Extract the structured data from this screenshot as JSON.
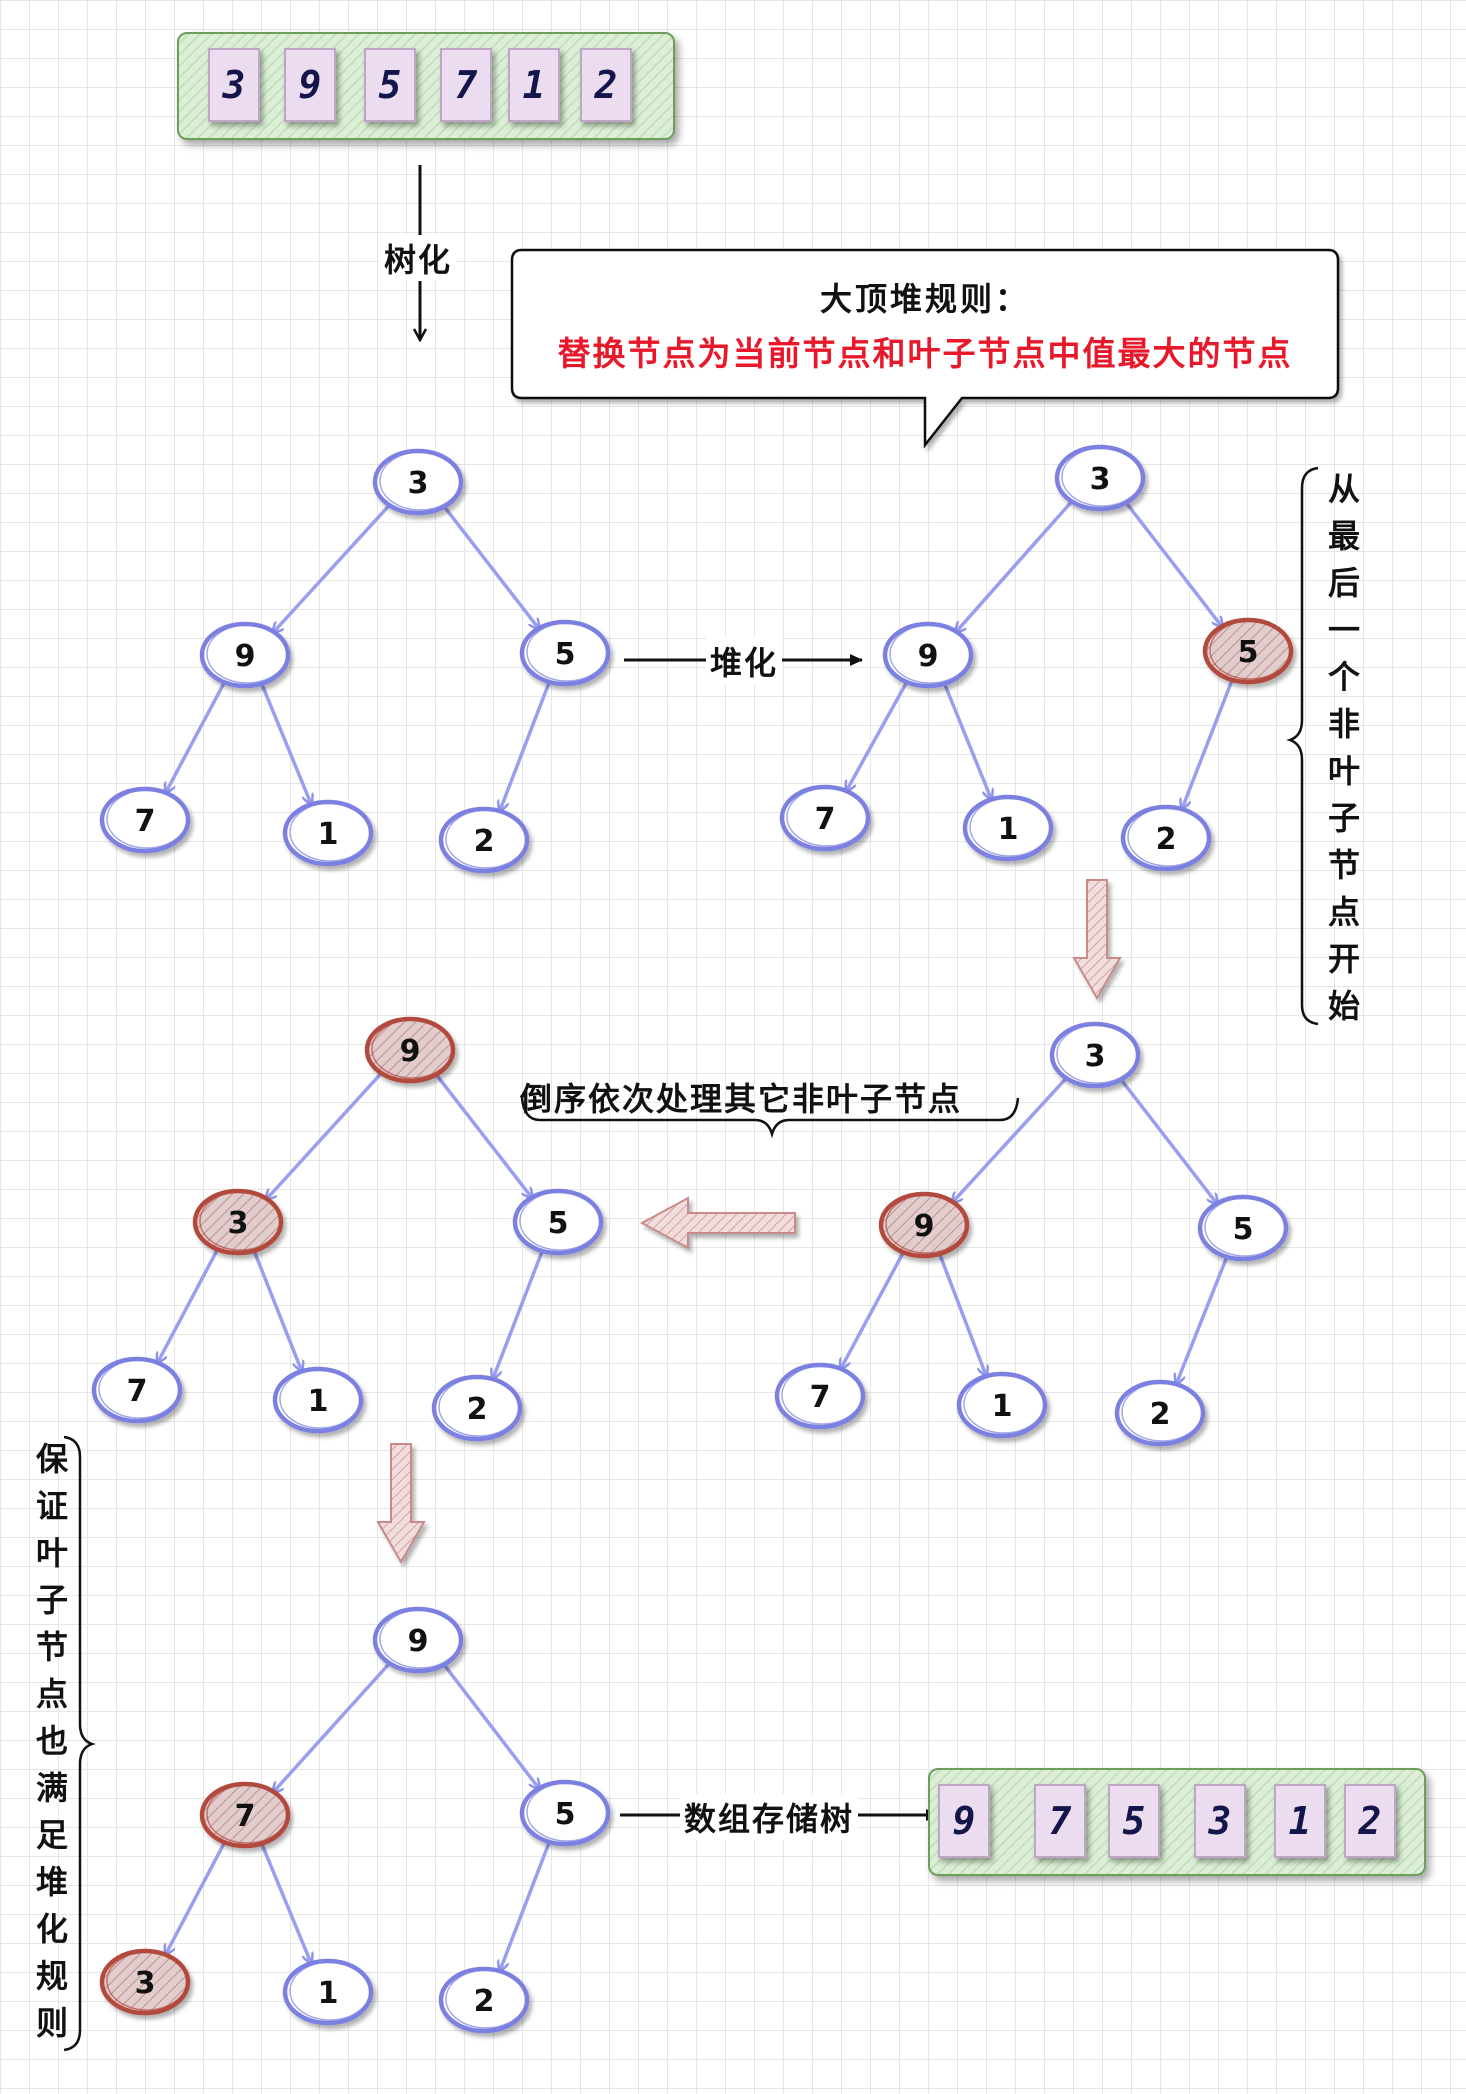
{
  "top_array": {
    "values": [
      "3",
      "9",
      "5",
      "7",
      "1",
      "2"
    ]
  },
  "bottom_array": {
    "values": [
      "9",
      "7",
      "5",
      "3",
      "1",
      "2"
    ]
  },
  "labels": {
    "treeify": "树化",
    "heapify": "堆化",
    "reverse_order": "倒序依次处理其它非叶子节点",
    "array_store": "数组存储树"
  },
  "callout": {
    "title": "大顶堆规则：",
    "rule": "替换节点为当前节点和叶子节点中值最大的节点"
  },
  "side_notes": {
    "right": "从最后一个非叶子节点开始",
    "left": "保证叶子节点也满足堆化规则"
  },
  "trees": [
    {
      "name": "tree-initial",
      "nodes": [
        "3",
        "9",
        "5",
        "7",
        "1",
        "2"
      ],
      "highlighted": []
    },
    {
      "name": "tree-start-last-nonleaf",
      "nodes": [
        "3",
        "9",
        "5",
        "7",
        "1",
        "2"
      ],
      "highlighted": [
        2
      ]
    },
    {
      "name": "tree-after-swap-root",
      "nodes": [
        "9",
        "3",
        "5",
        "7",
        "1",
        "2"
      ],
      "highlighted": [
        0,
        1
      ]
    },
    {
      "name": "tree-process-node-9",
      "nodes": [
        "3",
        "9",
        "5",
        "7",
        "1",
        "2"
      ],
      "highlighted": [
        1
      ]
    },
    {
      "name": "tree-final-heap",
      "nodes": [
        "9",
        "7",
        "5",
        "3",
        "1",
        "2"
      ],
      "highlighted": [
        1,
        3
      ]
    }
  ],
  "colors": {
    "node_stroke": "#7b80e0",
    "edge": "#9a9ef0",
    "highlight_stroke": "#b24a3e",
    "highlight_fill": "#d9c2c2",
    "rule_text": "#e8182a",
    "step_arrow": "#c98a8a"
  }
}
